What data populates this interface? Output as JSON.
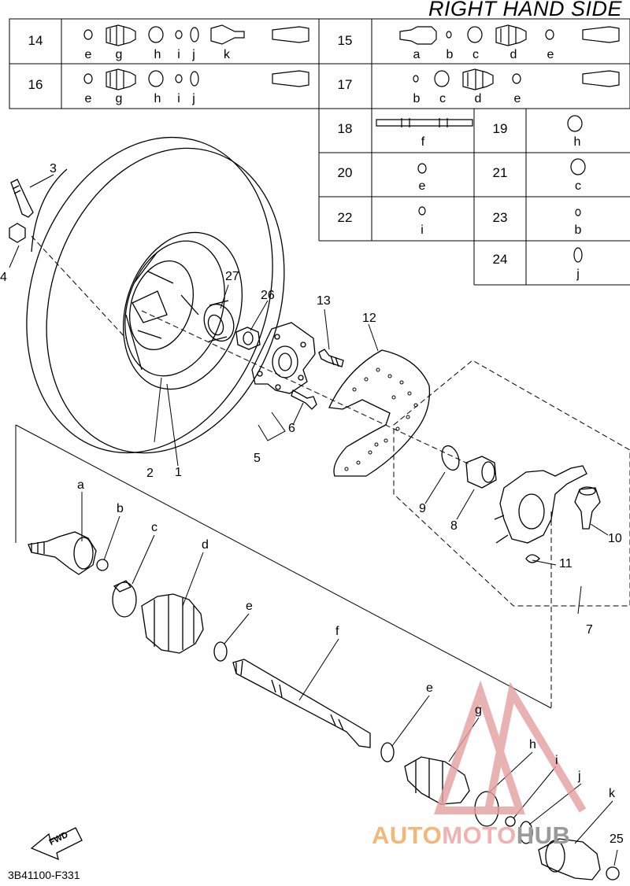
{
  "header": {
    "title": "RIGHT HAND SIDE"
  },
  "table": {
    "rows": [
      {
        "num": "14",
        "letters": [
          "e",
          "g",
          "h",
          "i",
          "j",
          "k"
        ]
      },
      {
        "num": "15",
        "letters": [
          "a",
          "b",
          "c",
          "d",
          "e"
        ]
      },
      {
        "num": "16",
        "letters": [
          "e",
          "g",
          "h",
          "i",
          "j"
        ]
      },
      {
        "num": "17",
        "letters": [
          "b",
          "c",
          "d",
          "e"
        ]
      },
      {
        "num": "18",
        "letters": [
          "f"
        ]
      },
      {
        "num": "19",
        "letters": [
          "h"
        ]
      },
      {
        "num": "20",
        "letters": [
          "e"
        ]
      },
      {
        "num": "21",
        "letters": [
          "c"
        ]
      },
      {
        "num": "22",
        "letters": [
          "i"
        ]
      },
      {
        "num": "23",
        "letters": [
          "b"
        ]
      },
      {
        "num": "24",
        "letters": [
          "j"
        ]
      }
    ]
  },
  "callouts": {
    "c1": "1",
    "c2": "2",
    "c3": "3",
    "c4": "4",
    "c5": "5",
    "c6": "6",
    "c7": "7",
    "c8": "8",
    "c9": "9",
    "c10": "10",
    "c11": "11",
    "c12": "12",
    "c13": "13",
    "c25": "25",
    "c26": "26",
    "c27": "27",
    "la": "a",
    "lb": "b",
    "lc": "c",
    "ld": "d",
    "le1": "e",
    "lf": "f",
    "le2": "e",
    "lg": "g",
    "lh": "h",
    "li": "i",
    "lj": "j",
    "lk": "k",
    "fwd": "FWD"
  },
  "footer": {
    "code": "3B41100-F331"
  },
  "watermark": {
    "part1": "AUTO",
    "part2": "MOTO",
    "part3": "HUB"
  }
}
